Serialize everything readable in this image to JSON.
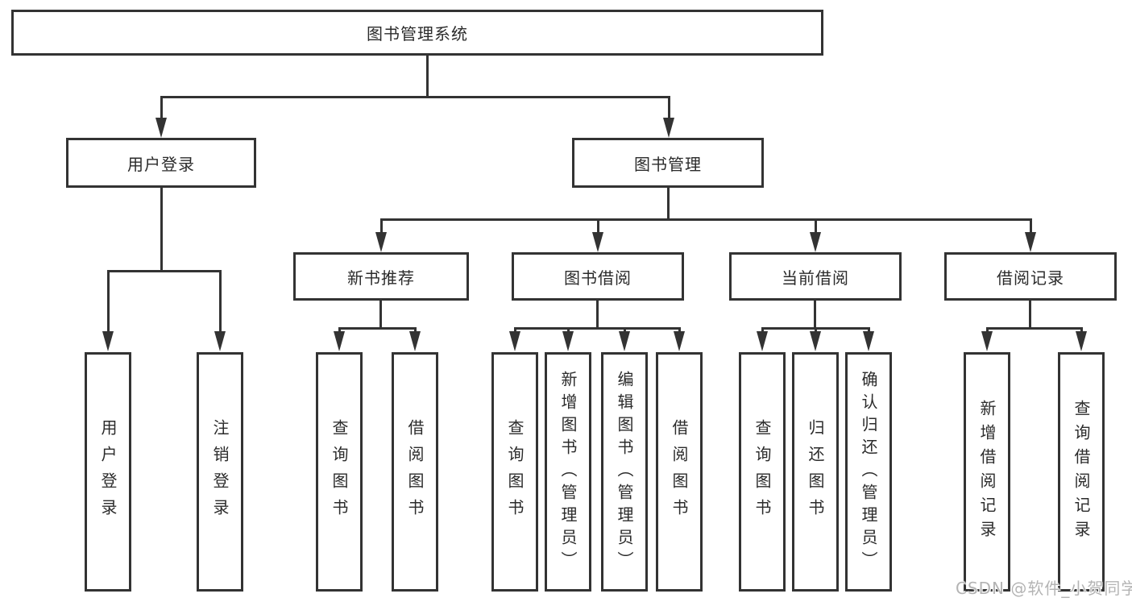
{
  "diagram_type": "functional-structure-tree",
  "tree": {
    "label": "图书管理系统",
    "children": [
      {
        "label": "用户登录",
        "children": [
          {
            "label": "用户登录"
          },
          {
            "label": "注销登录"
          }
        ]
      },
      {
        "label": "图书管理",
        "children": [
          {
            "label": "新书推荐",
            "children": [
              {
                "label": "查询图书"
              },
              {
                "label": "借阅图书"
              }
            ]
          },
          {
            "label": "图书借阅",
            "children": [
              {
                "label": "查询图书"
              },
              {
                "label": "新增图书（管理员）"
              },
              {
                "label": "编辑图书（管理员）"
              },
              {
                "label": "借阅图书"
              }
            ]
          },
          {
            "label": "当前借阅",
            "children": [
              {
                "label": "查询图书"
              },
              {
                "label": "归还图书"
              },
              {
                "label": "确认归还（管理员）"
              }
            ]
          },
          {
            "label": "借阅记录",
            "children": [
              {
                "label": "新增借阅记录"
              },
              {
                "label": "查询借阅记录"
              }
            ]
          }
        ]
      }
    ]
  },
  "watermark": {
    "text": "CSDN @软件_小贺同学"
  },
  "colors": {
    "line": "#333333",
    "box_border": "#333333",
    "text": "#2b2b2b",
    "watermark": "#b4b4b4",
    "background": "#ffffff"
  }
}
